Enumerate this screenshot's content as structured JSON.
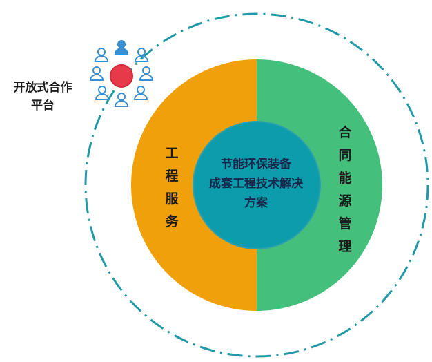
{
  "platform_label": {
    "line1": "开放式合作",
    "line2": "平台"
  },
  "left_half": {
    "text": "工程服务",
    "color": "#f0a00a"
  },
  "right_half": {
    "text": "合同能源管理",
    "color": "#45c07c"
  },
  "center": {
    "line1": "节能环保装备",
    "line2": "成套工程技术解决",
    "line3": "方案",
    "color": "#0d9cab"
  },
  "outer_ring": {
    "style": "dash-dot",
    "color": "#1f9aa6"
  },
  "people_icon": {
    "icon": "people-network-icon",
    "color": "#3a8fd0",
    "hub_color": "#e63a4a"
  }
}
